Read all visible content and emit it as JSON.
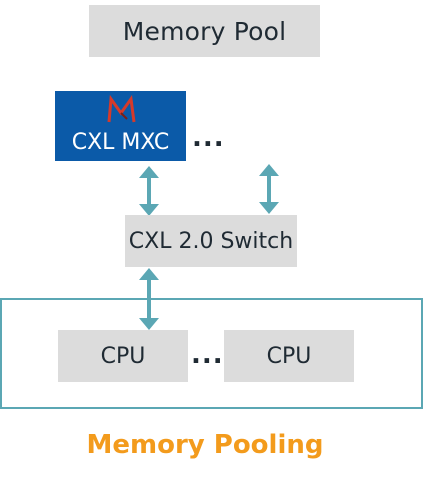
{
  "diagram": {
    "memory_pool": "Memory Pool",
    "device": {
      "label": "CXL MXC",
      "logo": "M-logo-icon"
    },
    "ellipsis_top": "...",
    "switch": "CXL 2.0 Switch",
    "cpus": [
      "CPU",
      "CPU"
    ],
    "ellipsis_mid": "...",
    "caption": "Memory Pooling"
  },
  "colors": {
    "device_blue": "#0b5aa8",
    "box_gray": "#dcdcdc",
    "arrow_teal": "#5ba7b4",
    "frame_teal": "#5ba7b4",
    "caption_orange": "#f39b1c",
    "logo_red": "#d63a2a"
  }
}
